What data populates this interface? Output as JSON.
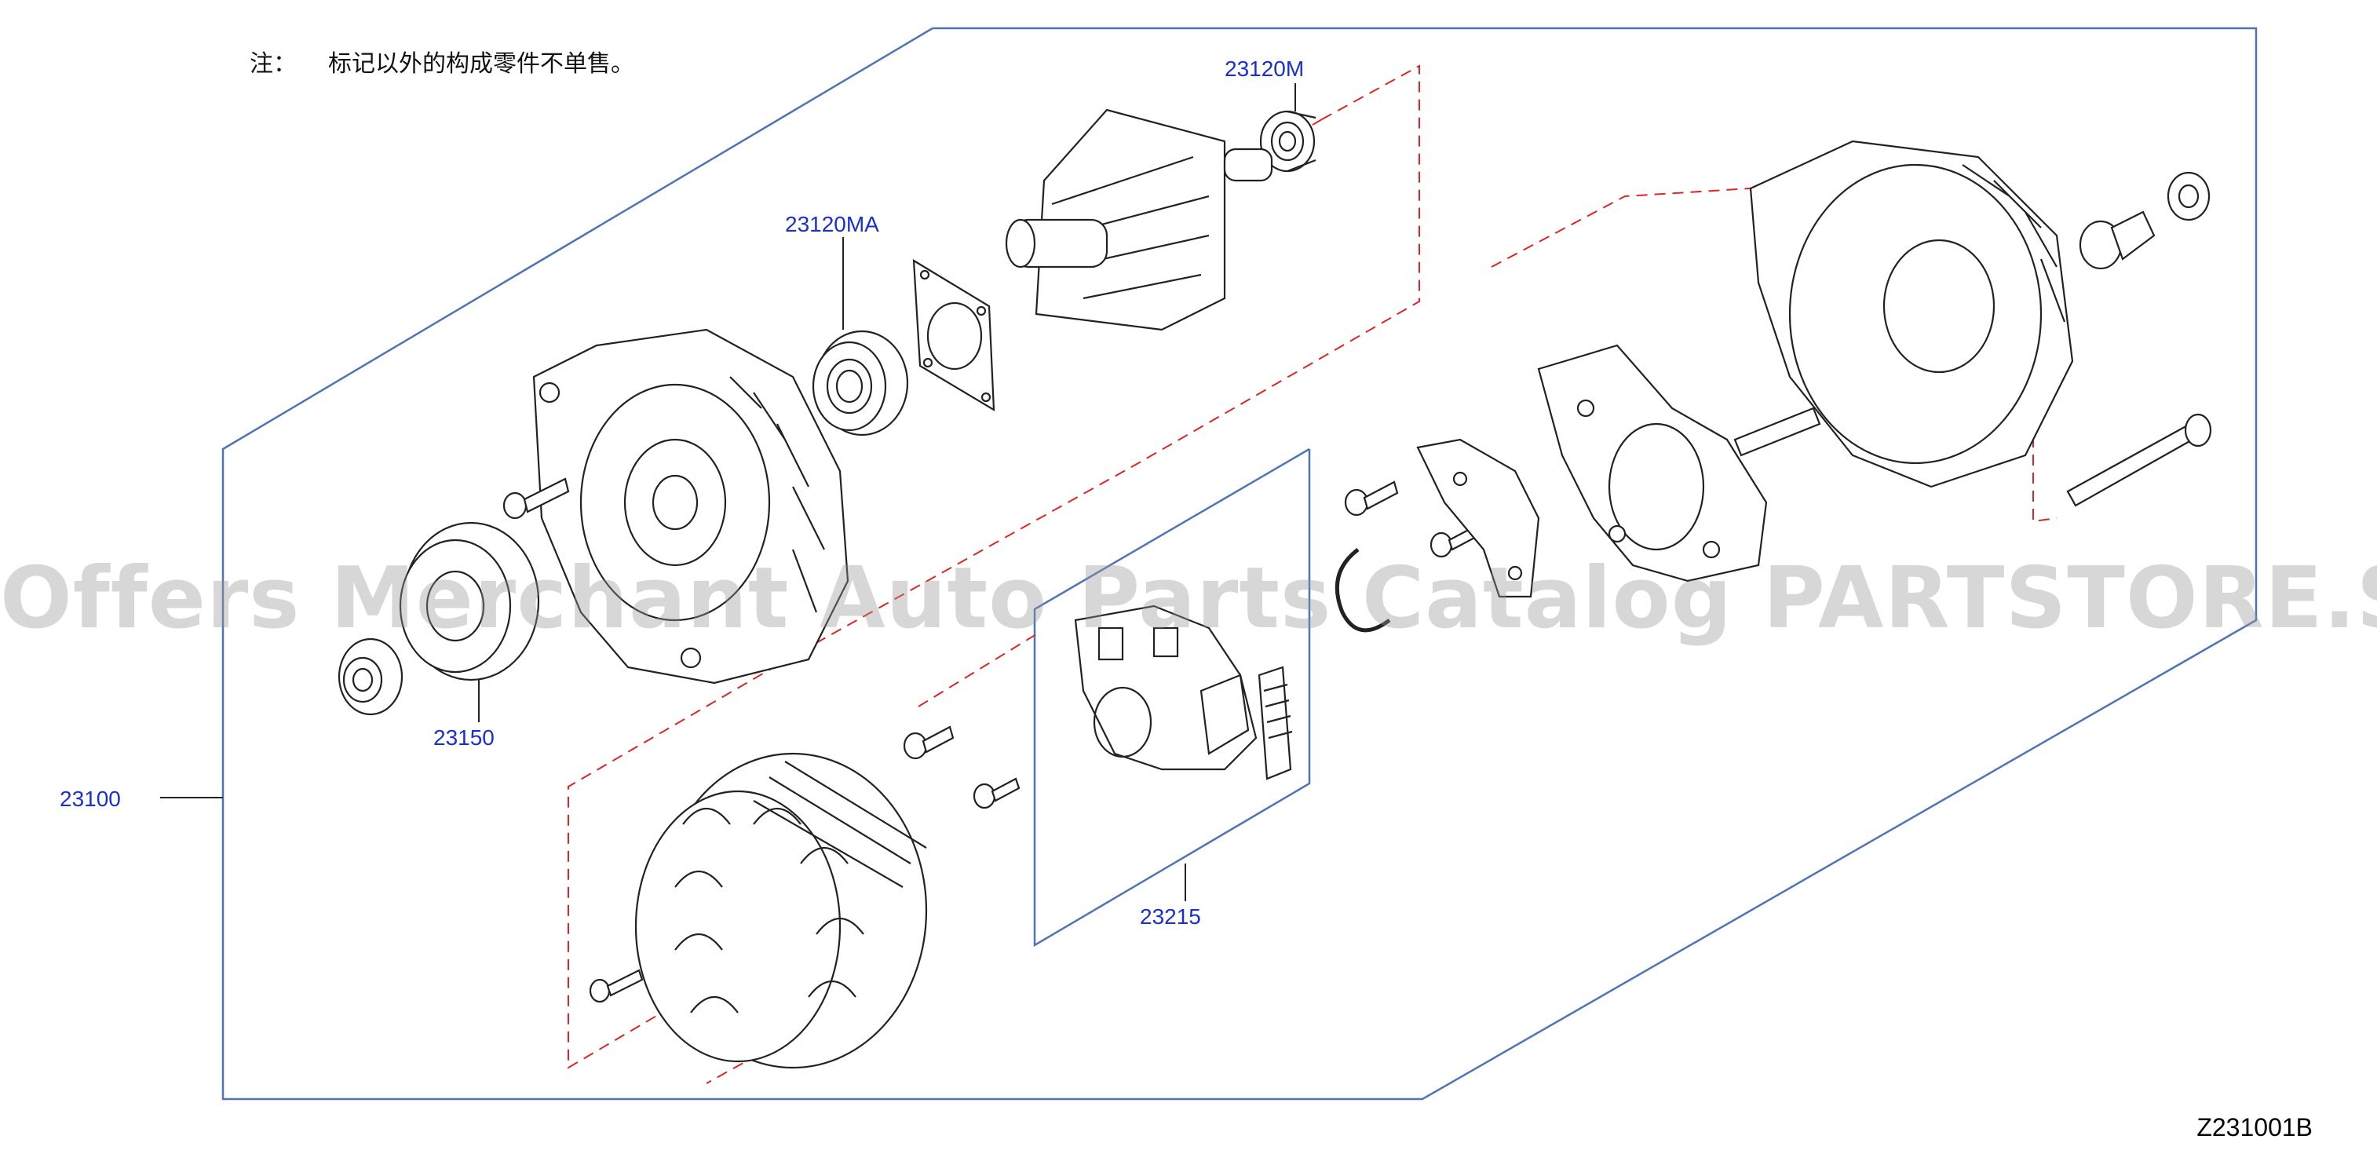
{
  "note": {
    "prefix": "注：",
    "text": "标记以外的构成零件不单售。"
  },
  "callouts": {
    "c23120M": "23120M",
    "c23120MA": "23120MA",
    "c23150": "23150",
    "c23100": "23100",
    "c23215": "23215"
  },
  "figure_code": "Z231001B",
  "watermark": "Offers Merchant Auto Parts Catalog PARTSTORE.SA",
  "colors": {
    "frame": "#4f74b5",
    "hidden_line": "#e02424",
    "callout": "#1a2fd0",
    "part_line": "#222222"
  }
}
